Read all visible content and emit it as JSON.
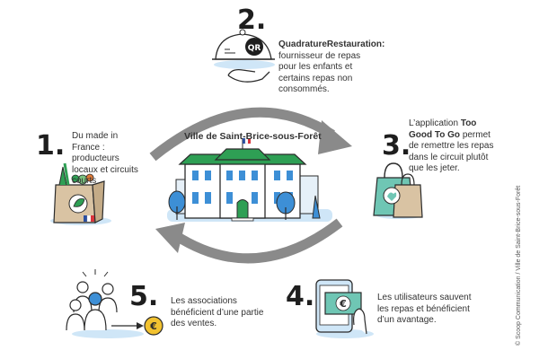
{
  "center": {
    "title": "Ville de Saint-Brice-sous-Forêt"
  },
  "steps": [
    {
      "number": "1.",
      "text": "Du made in France : producteurs locaux et circuits courts"
    },
    {
      "number": "2.",
      "brand": "QuadratureRestauration:",
      "text": "fournisseur de repas pour les enfants et certains repas non consommés."
    },
    {
      "number": "3.",
      "prefix": "L’application",
      "brand": "Too Good To Go",
      "text": "permet de remettre les repas dans le circuit plutôt que les jeter."
    },
    {
      "number": "4.",
      "text": "Les utilisateurs sauvent les repas et bénéficient d’un avantage."
    },
    {
      "number": "5.",
      "text": "Les associations bénéficient d’une partie des ventes."
    }
  ],
  "icons": {
    "step1": "grocery-bag-icon",
    "step2": "serving-cloche-icon",
    "step3": "too-good-to-go-bag-icon",
    "step4": "phone-payment-icon",
    "step5": "community-euro-icon",
    "center": "town-hall-icon"
  },
  "cloche_logo": "QR",
  "payment_symbol": "€",
  "copyright": "© Scoop Communication / Ville de Saint-Brice-sous-Forêt",
  "colors": {
    "green": "#2e9f54",
    "blue": "#3d8fd6",
    "light_blue": "#cfe6f7",
    "arrow_gray": "#8a8a8a",
    "teal": "#6fc6b4",
    "kraft": "#d9c3a3"
  }
}
